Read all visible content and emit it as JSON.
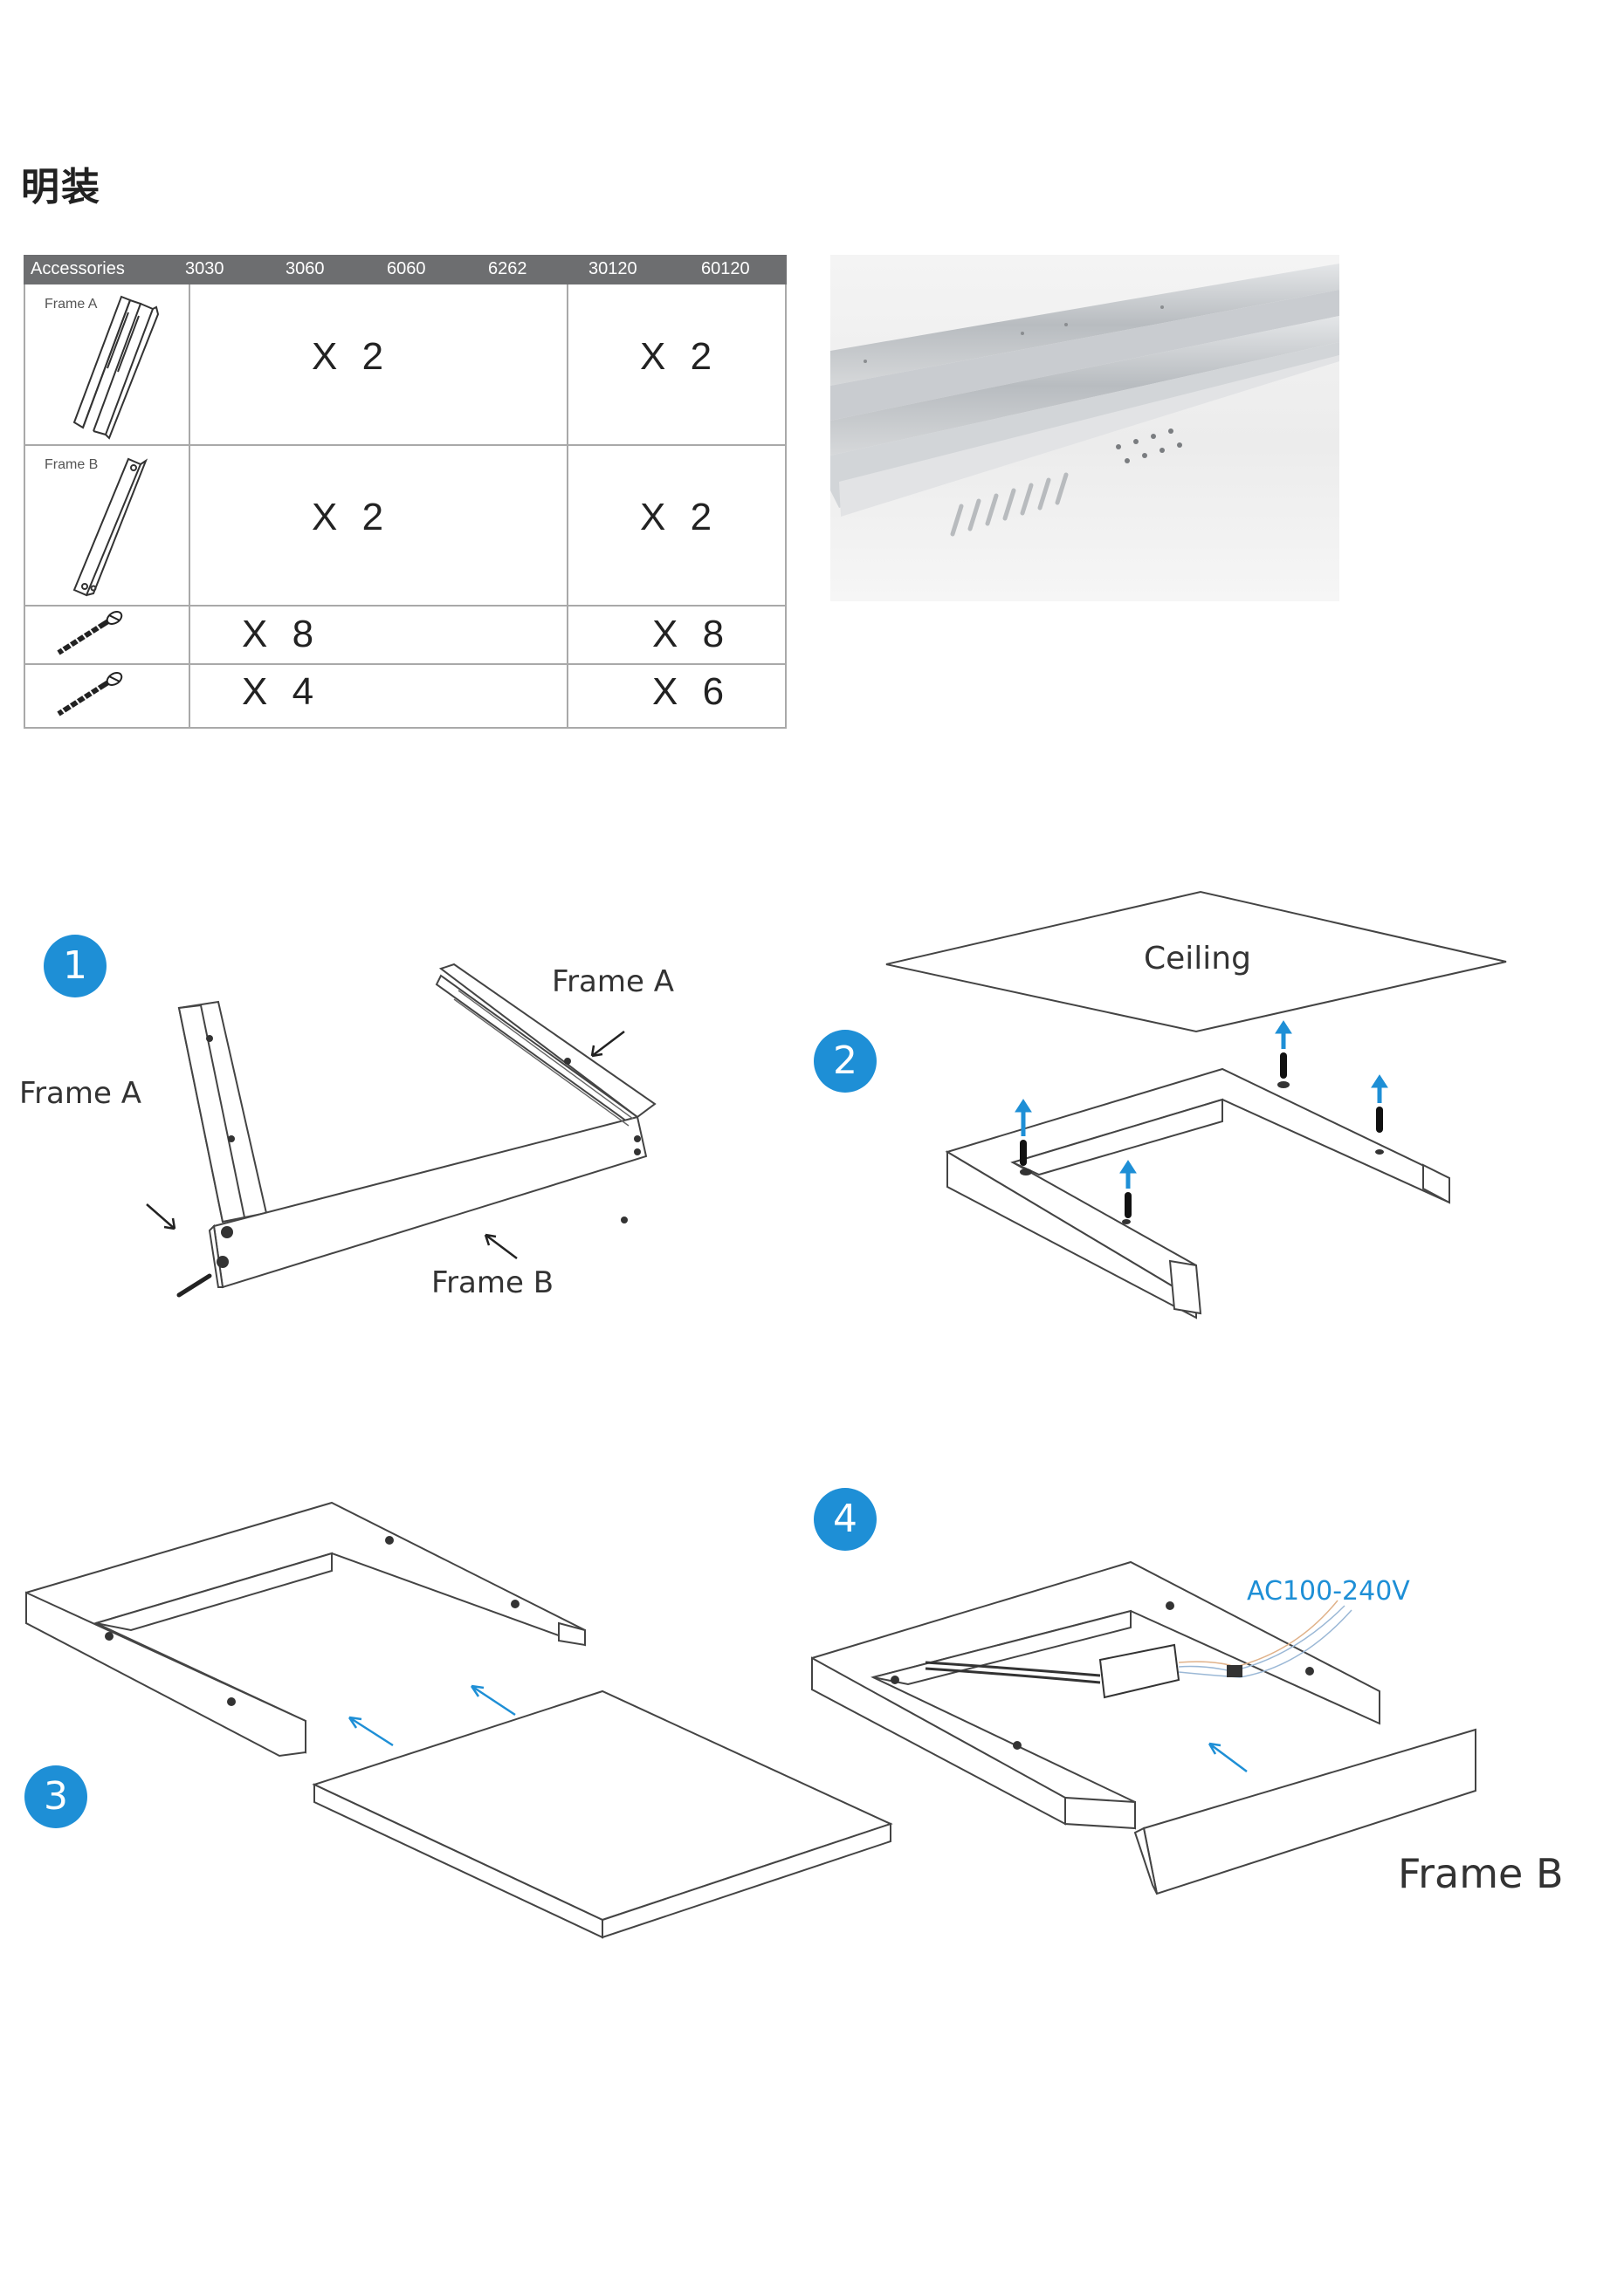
{
  "page": {
    "title": "明装"
  },
  "accessories_table": {
    "headers": [
      "Accessories",
      "3030",
      "3060",
      "6060",
      "6262",
      "30120",
      "60120"
    ],
    "rows": [
      {
        "item_label": "Frame A",
        "qty_left": "X 2",
        "qty_right": "X 2"
      },
      {
        "item_label": "Frame B",
        "qty_left": "X 2",
        "qty_right": "X 2"
      },
      {
        "item_label": "",
        "qty_left": "X 8",
        "qty_right": "X 8"
      },
      {
        "item_label": "",
        "qty_left": "X 4",
        "qty_right": "X 6"
      }
    ]
  },
  "steps": [
    {
      "number": "1",
      "labels": {
        "frame_a_top": "Frame A",
        "frame_a_left": "Frame A",
        "frame_b": "Frame B"
      }
    },
    {
      "number": "2",
      "labels": {
        "ceiling": "Ceiling"
      }
    },
    {
      "number": "3"
    },
    {
      "number": "4",
      "labels": {
        "voltage": "AC100-240V",
        "frame_b": "Frame B"
      }
    }
  ],
  "colors": {
    "accent_blue": "#1e8fd6",
    "table_header": "#6d6e70"
  }
}
